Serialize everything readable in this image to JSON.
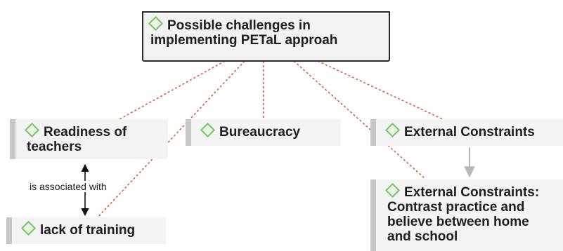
{
  "diagram": {
    "root": {
      "label": "Possible challenges in\nimplementing PETaL approah",
      "icon": "diamond-icon"
    },
    "nodes": [
      {
        "id": "readiness",
        "label": "Readiness of\nteachers",
        "icon": "diamond-icon"
      },
      {
        "id": "bureaucracy",
        "label": "Bureaucracy",
        "icon": "diamond-icon"
      },
      {
        "id": "external",
        "label": "External Constraints",
        "icon": "diamond-icon"
      },
      {
        "id": "training",
        "label": "lack of training",
        "icon": "diamond-icon"
      },
      {
        "id": "external_detail",
        "label": "External Constraints:\nContrast practice and\nbelieve between home\nand school",
        "icon": "diamond-icon"
      }
    ],
    "association_label": "is associated with",
    "colors": {
      "link": "#e25a3c",
      "arrow": "#111111",
      "grey_arrow": "#b8b8b8",
      "node_fill": "#f3f3f3",
      "node_bar": "#c7c7c7",
      "icon_green": "#7cc26d"
    }
  }
}
